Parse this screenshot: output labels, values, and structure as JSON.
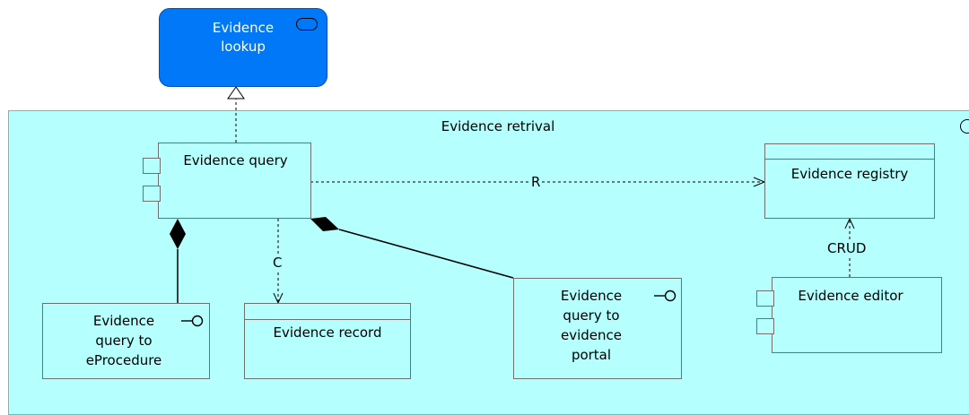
{
  "group": {
    "label": "Evidence retrival"
  },
  "service": {
    "label_line1": "Evidence",
    "label_line2": "lookup"
  },
  "components": {
    "evidence_query": "Evidence query",
    "evidence_editor": "Evidence editor"
  },
  "data_objects": {
    "evidence_registry": "Evidence registry",
    "evidence_record": "Evidence record"
  },
  "interfaces": {
    "eprocedure": [
      "Evidence",
      "query to",
      "eProcedure"
    ],
    "portal": [
      "Evidence",
      "query to",
      "evidence",
      "portal"
    ]
  },
  "relations": {
    "read": "R",
    "create": "C",
    "crud": "CRUD"
  },
  "colors": {
    "service_fill": "#0078f7",
    "group_fill": "#b5ffff"
  }
}
